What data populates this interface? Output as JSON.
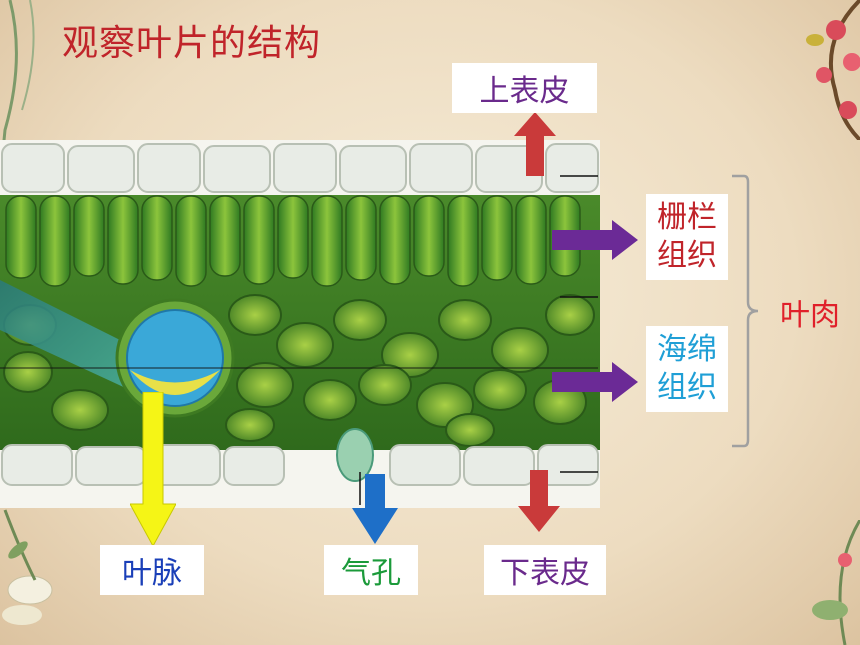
{
  "title": "观察叶片的结构",
  "labels": {
    "upper_epidermis": "上表皮",
    "palisade_1": "栅栏",
    "palisade_2": "组织",
    "spongy_1": "海绵",
    "spongy_2": "组织",
    "mesophyll": "叶肉",
    "vein": "叶脉",
    "stoma": "气孔",
    "lower_epidermis": "下表皮"
  },
  "colors": {
    "title": "#c0242a",
    "upper_epidermis_text": "#6a2a8c",
    "palisade_text": "#c0242a",
    "spongy_text": "#1f9fd6",
    "mesophyll_text": "#e0202a",
    "vein_text": "#1a3fb8",
    "stoma_text": "#1b9a3a",
    "lower_epidermis_text": "#6a2a8c",
    "red_arrow": "#c93a3a",
    "purple_arrow": "#6b2a96",
    "yellow_arrow": "#f5f516",
    "blue_arrow": "#1e6fc8"
  }
}
